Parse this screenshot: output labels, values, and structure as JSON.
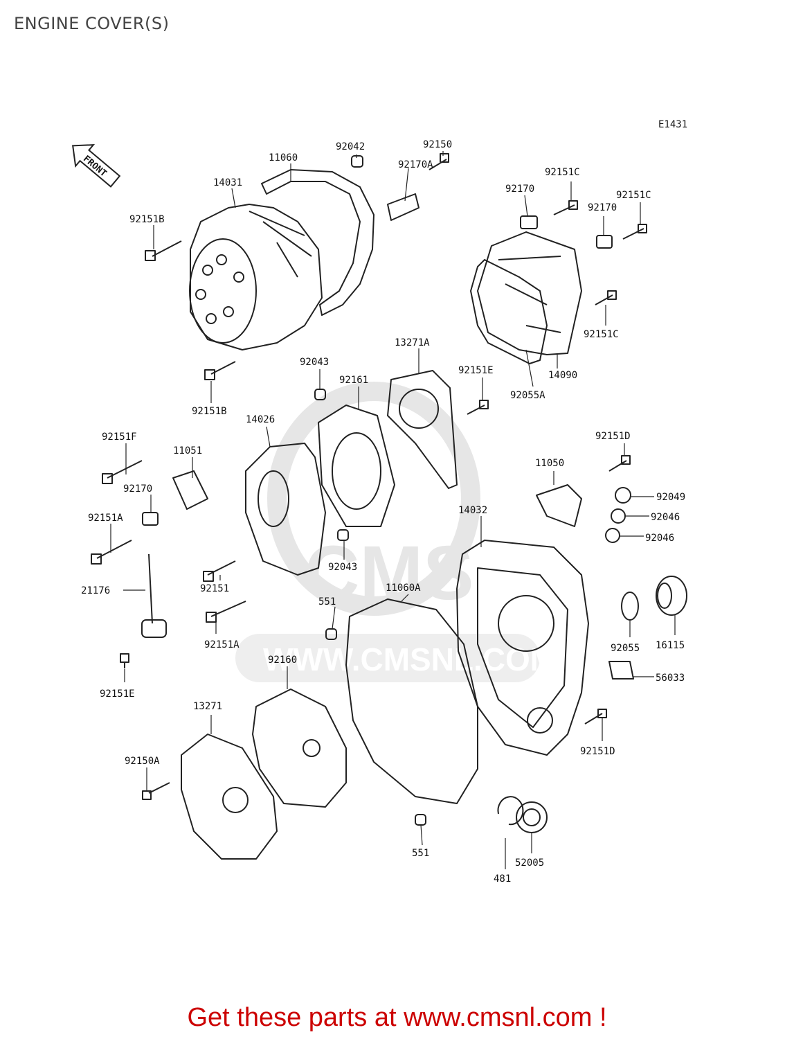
{
  "title": "ENGINE COVER(S)",
  "diagram_code": "E1431",
  "front_marker": "FRONT",
  "watermark": {
    "logo": "CMS",
    "url": "WWW.CMSNL.COM"
  },
  "footer": "Get these parts at www.cmsnl.com !",
  "colors": {
    "footer": "#cc0000",
    "line": "#222222",
    "watermark": "#e6e6e6"
  },
  "callouts": {
    "p11060": "11060",
    "p92042": "92042",
    "p92150": "92150",
    "p92170A": "92170A",
    "p14031": "14031",
    "p92151B_top": "92151B",
    "p92170_a": "92170",
    "p92151C_a": "92151C",
    "p92170_b": "92170",
    "p92151C_b": "92151C",
    "p92151C_c": "92151C",
    "p14090": "14090",
    "p92055A": "92055A",
    "p13271A": "13271A",
    "p92151E_top": "92151E",
    "p92043_top": "92043",
    "p92161": "92161",
    "p92151B_mid": "92151B",
    "p14026": "14026",
    "p92151F": "92151F",
    "p11051": "11051",
    "p92170_c": "92170",
    "p92151A_left": "92151A",
    "p92151D_top": "92151D",
    "p11050": "11050",
    "p92049": "92049",
    "p92046_a": "92046",
    "p92046_b": "92046",
    "p14032": "14032",
    "p92043_mid": "92043",
    "p92151": "92151",
    "p21176": "21176",
    "p551_top": "551",
    "p11060A": "11060A",
    "p92151A_mid": "92151A",
    "p92055": "92055",
    "p16115": "16115",
    "p92151E_bot": "92151E",
    "p92160": "92160",
    "p56033": "56033",
    "p13271": "13271",
    "p92151D_bot": "92151D",
    "p92150A": "92150A",
    "p551_bot": "551",
    "p52005": "52005",
    "p481": "481"
  }
}
